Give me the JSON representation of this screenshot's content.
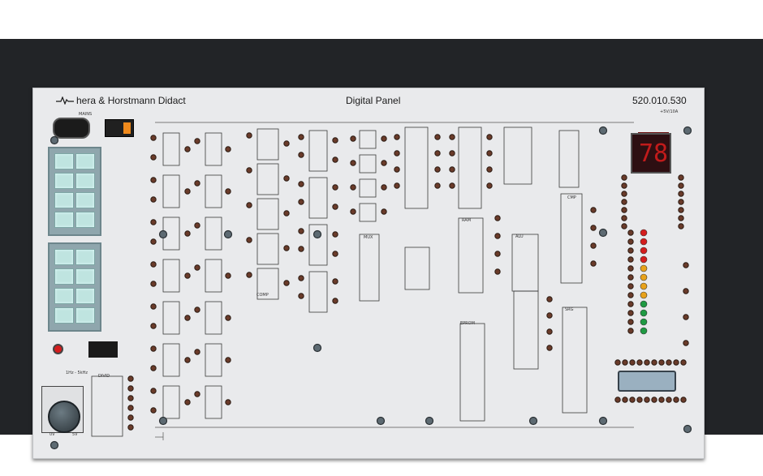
{
  "panel": {
    "brand": "hera & Horstmann Didact",
    "title": "Digital Panel",
    "code": "520.010.530",
    "mains_label": "MAINS",
    "supply_label": "+5V/10A",
    "display_value": "78",
    "rate_label": "1Hz - 5kHz",
    "knob_labels": [
      "0V",
      "5V"
    ],
    "divider_label": "DIVID",
    "led_colors": [
      "#d41d1d",
      "#d41d1d",
      "#d41d1d",
      "#d41d1d",
      "#e8a21b",
      "#e8a21b",
      "#e8a21b",
      "#e8a21b",
      "#1f9a43",
      "#1f9a43",
      "#1f9a43",
      "#1f9a43"
    ],
    "block_labels": [
      "COMP",
      "MUX",
      "RAM",
      "ALU",
      "EPROM",
      "SRG",
      "CMP",
      "DIVID"
    ]
  }
}
